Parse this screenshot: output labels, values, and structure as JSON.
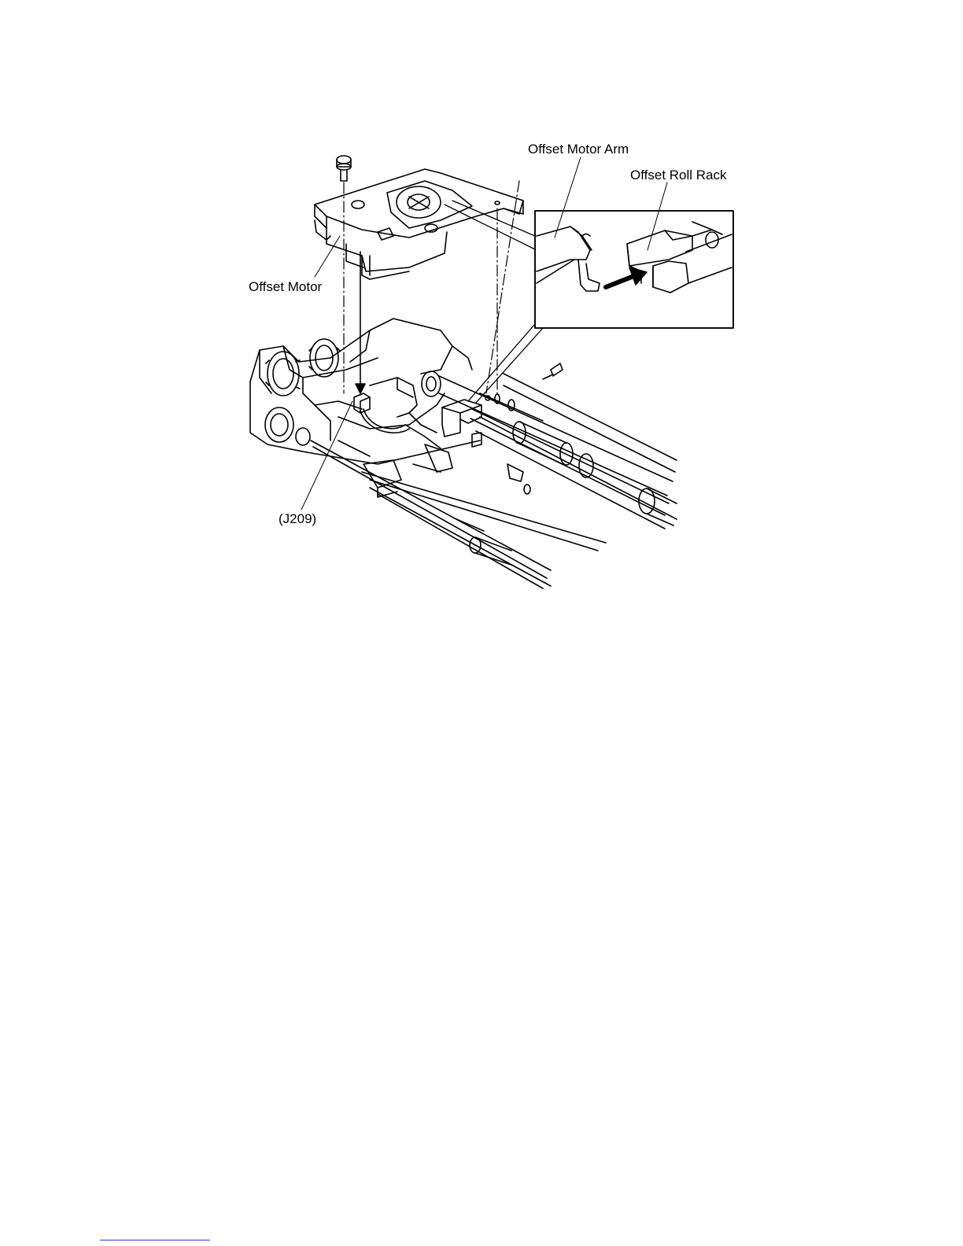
{
  "figure": {
    "labels": {
      "offset_motor_arm": "Offset Motor Arm",
      "offset_roll_rack": "Offset Roll Rack",
      "offset_motor": "Offset Motor",
      "connector": "(J209)"
    }
  }
}
